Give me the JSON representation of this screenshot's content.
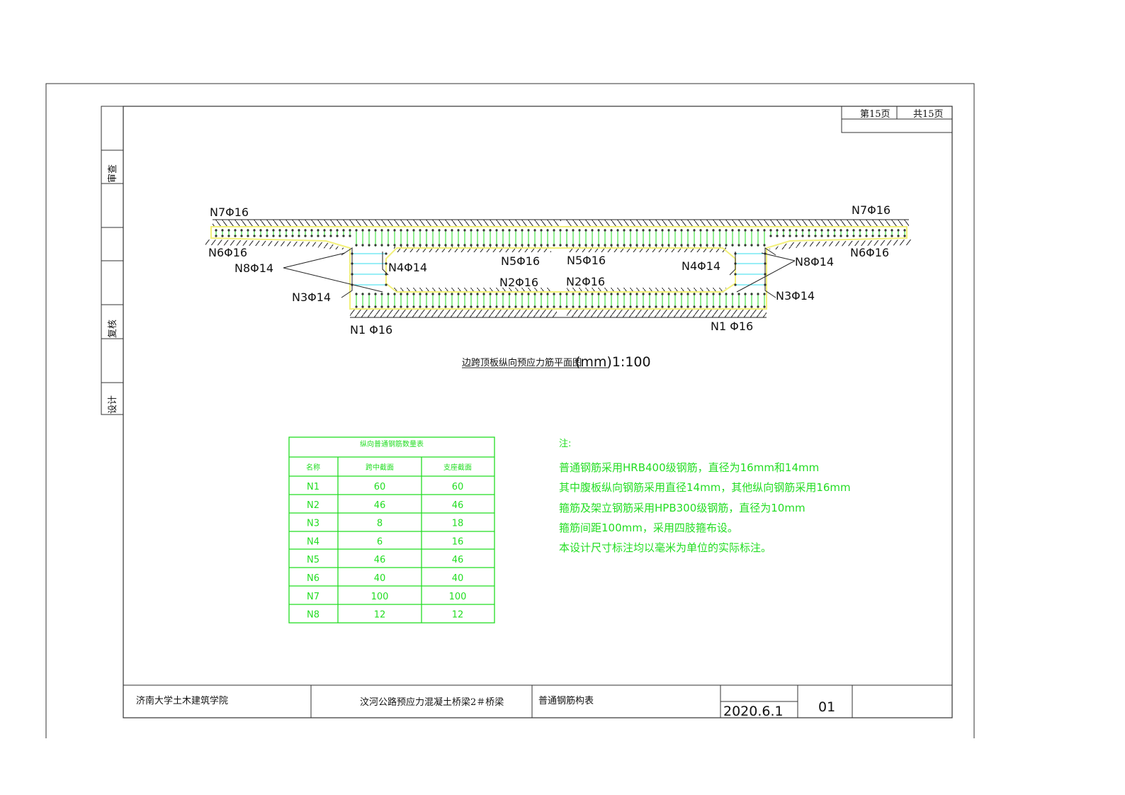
{
  "sheet": {
    "page_current": "第15页",
    "page_total": "共15页"
  },
  "sign_strip": {
    "review": "审查",
    "check": "复核",
    "design": "设计"
  },
  "drawing": {
    "title": "边跨顶板纵向预应力筋平面图",
    "scale": "(mm)1:100",
    "labels": {
      "n7_left": "N7Φ16",
      "n7_right": "N7Φ16",
      "n6_left": "N6Φ16",
      "n6_right": "N6Φ16",
      "n8_left": "N8Φ14",
      "n8_right": "N8Φ14",
      "n3_left": "N3Φ14",
      "n3_right": "N3Φ14",
      "n4_left": "N4Φ14",
      "n4_right": "N4Φ14",
      "n5_left": "N5Φ16",
      "n5_right": "N5Φ16",
      "n2_left": "N2Φ16",
      "n2_right": "N2Φ16",
      "n1_left": "N1 Φ16",
      "n1_right": "N1 Φ16"
    }
  },
  "table": {
    "title": "纵向普通钢筋数量表",
    "headers": [
      "名称",
      "跨中截面",
      "支座截面"
    ],
    "rows": [
      [
        "N1",
        "60",
        "60"
      ],
      [
        "N2",
        "46",
        "46"
      ],
      [
        "N3",
        "8",
        "18"
      ],
      [
        "N4",
        "6",
        "16"
      ],
      [
        "N5",
        "46",
        "46"
      ],
      [
        "N6",
        "40",
        "40"
      ],
      [
        "N7",
        "100",
        "100"
      ],
      [
        "N8",
        "12",
        "12"
      ]
    ]
  },
  "notes": {
    "heading": "注:",
    "lines": [
      "普通钢筋采用HRB400级钢筋，直径为16mm和14mm",
      "其中腹板纵向钢筋采用直径14mm，其他纵向钢筋采用16mm",
      "箍筋及架立钢筋采用HPB300级钢筋，直径为10mm",
      "箍筋间距100mm，采用四肢箍布设。",
      "本设计尺寸标注均以毫米为单位的实际标注。"
    ]
  },
  "title_block": {
    "school": "济南大学土木建筑学院",
    "project": "汶河公路预应力混凝土桥梁2＃桥梁",
    "sheet_name": "普通钢筋构表",
    "date": "2020.6.1",
    "number": "01"
  },
  "colors": {
    "rebar_green": "#22dd22",
    "concrete_yellow": "#f2f07a",
    "stirrup_cyan": "#33ddee"
  }
}
